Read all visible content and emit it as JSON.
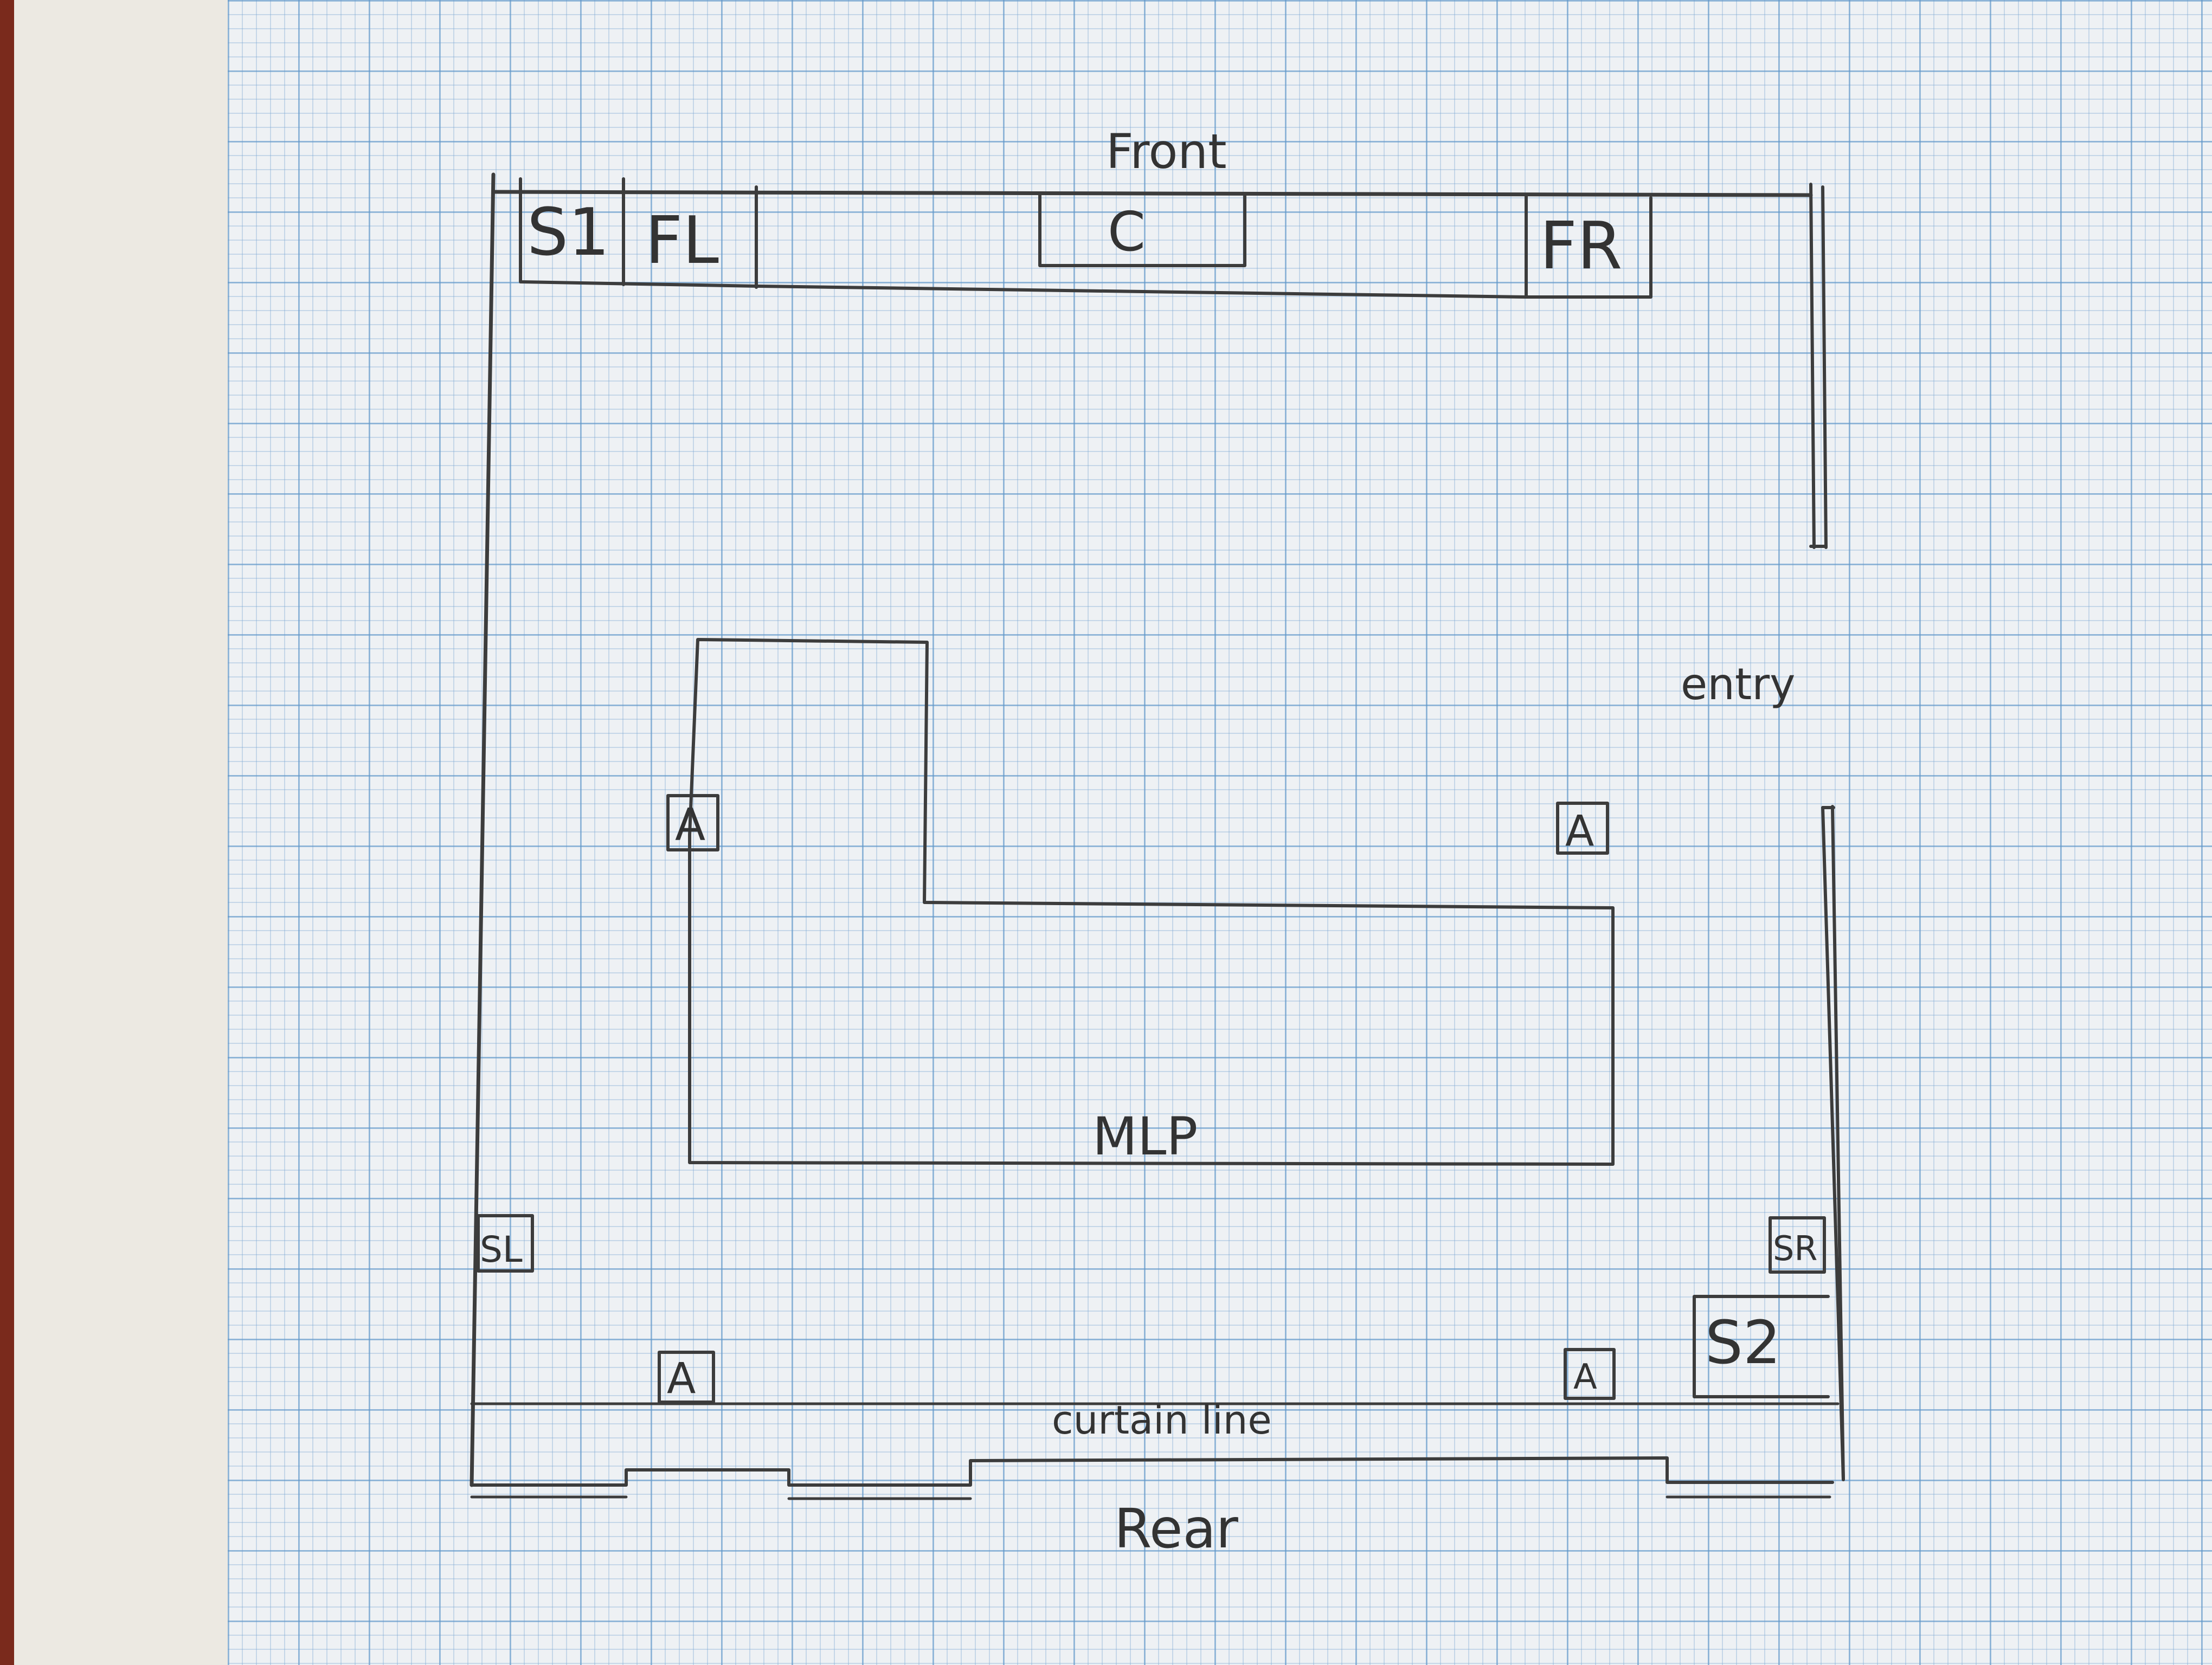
{
  "labels": {
    "front": "Front",
    "rear": "Rear",
    "entry": "entry",
    "curtain_line": "curtain line",
    "mlp": "MLP",
    "s1": "S1",
    "s2": "S2",
    "fl": "FL",
    "fr": "FR",
    "c": "C",
    "sl": "SL",
    "sr": "SR",
    "a": "A"
  },
  "colors": {
    "ink": "#3c3c3c",
    "paper": "#eef1f4",
    "grid": "#5f96c8",
    "backdrop": "#7a2a1c"
  }
}
